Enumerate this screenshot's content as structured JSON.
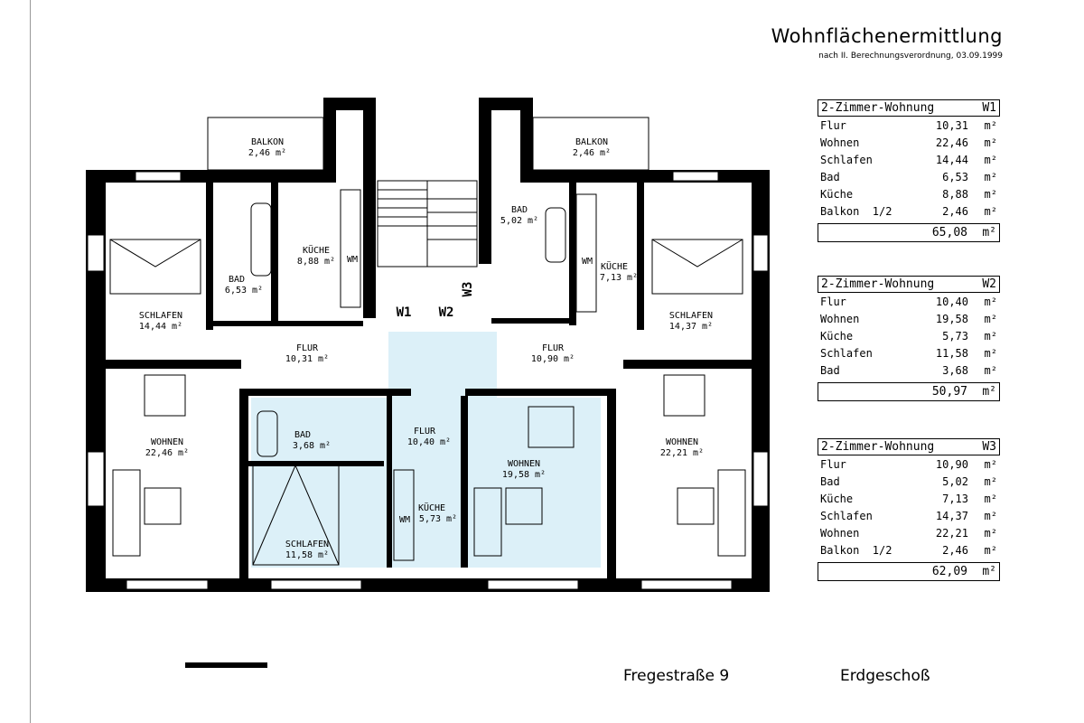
{
  "header": {
    "title": "Wohnflächenermittlung",
    "subtitle": "nach II. Berechnungsverordnung, 03.09.1999"
  },
  "plan": {
    "rooms": [
      {
        "name": "BALKON",
        "area": "2,46 m²"
      },
      {
        "name": "BALKON",
        "area": "2,46 m²"
      },
      {
        "name": "SCHLAFEN",
        "area": "14,44 m²"
      },
      {
        "name": "BAD",
        "area": "6,53 m²"
      },
      {
        "name": "KÜCHE",
        "area": "8,88 m²"
      },
      {
        "name": "BAD",
        "area": "5,02 m²"
      },
      {
        "name": "KÜCHE",
        "area": "7,13 m²"
      },
      {
        "name": "SCHLAFEN",
        "area": "14,37 m²"
      },
      {
        "name": "FLUR",
        "area": "10,31 m²"
      },
      {
        "name": "FLUR",
        "area": "10,90 m²"
      },
      {
        "name": "WOHNEN",
        "area": "22,46 m²"
      },
      {
        "name": "BAD",
        "area": "3,68 m²"
      },
      {
        "name": "FLUR",
        "area": "10,40 m²"
      },
      {
        "name": "WOHNEN",
        "area": "19,58 m²"
      },
      {
        "name": "WOHNEN",
        "area": "22,21 m²"
      },
      {
        "name": "SCHLAFEN",
        "area": "11,58 m²"
      },
      {
        "name": "KÜCHE",
        "area": "5,73 m²"
      }
    ],
    "unit_labels": [
      "W1",
      "W2",
      "W3"
    ],
    "appliance_label": "WM",
    "highlight_color": "#dcf0f8"
  },
  "tables": [
    {
      "title": "2-Zimmer-Wohnung",
      "unit": "W1",
      "rows": [
        {
          "label": "Flur",
          "value": "10,31",
          "unit": "m²"
        },
        {
          "label": "Wohnen",
          "value": "22,46",
          "unit": "m²"
        },
        {
          "label": "Schlafen",
          "value": "14,44",
          "unit": "m²"
        },
        {
          "label": "Bad",
          "value": "6,53",
          "unit": "m²"
        },
        {
          "label": "Küche",
          "value": "8,88",
          "unit": "m²"
        },
        {
          "label": "Balkon  1/2",
          "value": "2,46",
          "unit": "m²"
        }
      ],
      "total": "65,08",
      "total_unit": "m²"
    },
    {
      "title": "2-Zimmer-Wohnung",
      "unit": "W2",
      "rows": [
        {
          "label": "Flur",
          "value": "10,40",
          "unit": "m²"
        },
        {
          "label": "Wohnen",
          "value": "19,58",
          "unit": "m²"
        },
        {
          "label": "Küche",
          "value": "5,73",
          "unit": "m²"
        },
        {
          "label": "Schlafen",
          "value": "11,58",
          "unit": "m²"
        },
        {
          "label": "Bad",
          "value": "3,68",
          "unit": "m²"
        }
      ],
      "total": "50,97",
      "total_unit": "m²"
    },
    {
      "title": "2-Zimmer-Wohnung",
      "unit": "W3",
      "rows": [
        {
          "label": "Flur",
          "value": "10,90",
          "unit": "m²"
        },
        {
          "label": "Bad",
          "value": "5,02",
          "unit": "m²"
        },
        {
          "label": "Küche",
          "value": "7,13",
          "unit": "m²"
        },
        {
          "label": "Schlafen",
          "value": "14,37",
          "unit": "m²"
        },
        {
          "label": "Wohnen",
          "value": "22,21",
          "unit": "m²"
        },
        {
          "label": "Balkon  1/2",
          "value": "2,46",
          "unit": "m²"
        }
      ],
      "total": "62,09",
      "total_unit": "m²"
    }
  ],
  "footer": {
    "address": "Fregestraße 9",
    "floor": "Erdgeschoß"
  }
}
